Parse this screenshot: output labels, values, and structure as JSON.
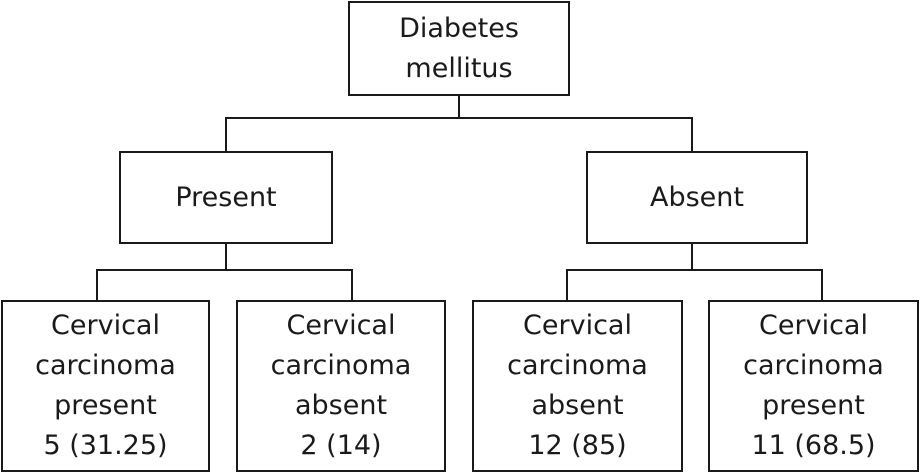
{
  "root": {
    "line1": "Diabetes",
    "line2": "mellitus"
  },
  "branches": [
    {
      "label": "Present",
      "leaves": [
        {
          "line1": "Cervical",
          "line2": "carcinoma",
          "line3": "present",
          "count": "5 (31.25)"
        },
        {
          "line1": "Cervical",
          "line2": "carcinoma",
          "line3": "absent",
          "count": "2 (14)"
        }
      ]
    },
    {
      "label": "Absent",
      "leaves": [
        {
          "line1": "Cervical",
          "line2": "carcinoma",
          "line3": "absent",
          "count": "12 (85)"
        },
        {
          "line1": "Cervical",
          "line2": "carcinoma",
          "line3": "present",
          "count": "11 (68.5)"
        }
      ]
    }
  ]
}
